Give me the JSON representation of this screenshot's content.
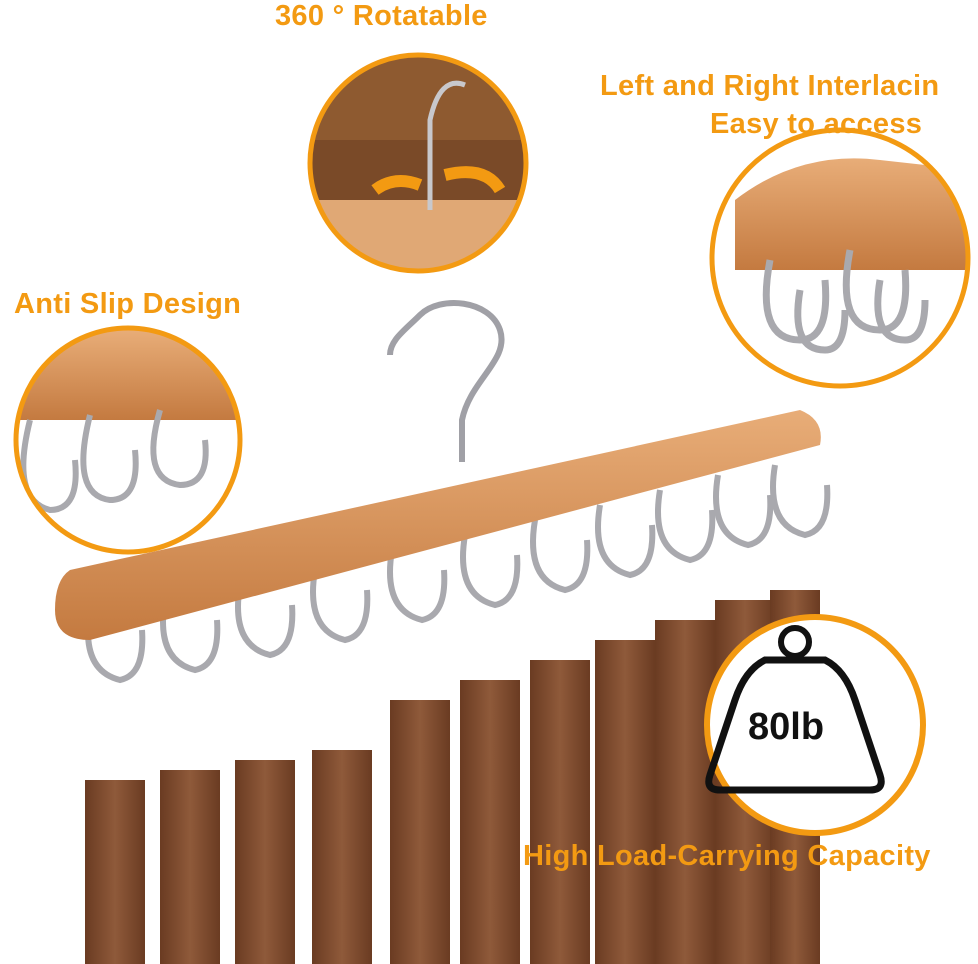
{
  "labels": {
    "rotatable": "360 ° Rotatable",
    "interlacing_line1": "Left and Right Interlacin",
    "interlacing_line2": "Easy to access",
    "anti_slip": "Anti Slip Design",
    "weight": "80lb",
    "capacity": "High Load-Carrying Capacity"
  },
  "colors": {
    "accent": "#f39a12",
    "wood": "#d9935a",
    "belt": "#7a4a2e",
    "metal": "#b8b8bc"
  }
}
